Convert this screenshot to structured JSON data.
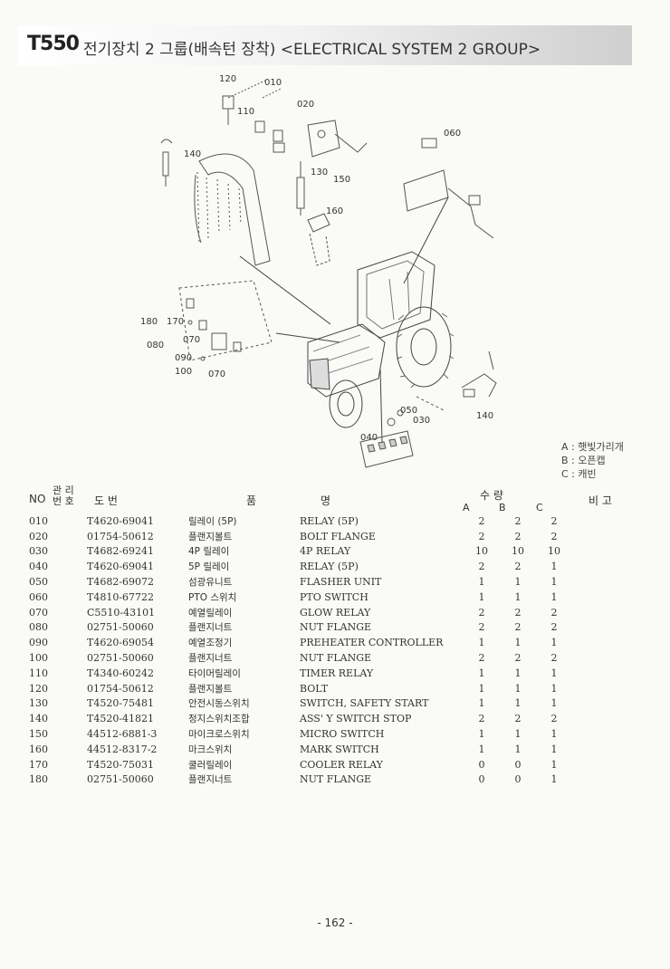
{
  "header": {
    "model": "T550",
    "title": "전기장치 2 그룹(배속턴 장착) <ELECTRICAL SYSTEM 2  GROUP>"
  },
  "diagram_labels": [
    "120",
    "010",
    "110",
    "020",
    "060",
    "140",
    "130",
    "150",
    "160",
    "180",
    "170",
    "080",
    "070",
    "090",
    "100",
    "070",
    "050",
    "030",
    "040",
    "140"
  ],
  "legend": [
    "A : 햇빛가리개",
    "B : 오픈캡",
    "C : 캐빈"
  ],
  "columns": {
    "no": "NO",
    "mgmt_top": "관 리",
    "mgmt_bottom": "번 호",
    "drawing_no": "도     번",
    "name_left": "품",
    "name_right": "명",
    "qty": "수     량",
    "qty_a": "A",
    "qty_b": "B",
    "qty_c": "C",
    "remarks": "비 고"
  },
  "parts": [
    {
      "no": "010",
      "part_no": "T4620-69041",
      "name_kr": "릴레이 (5P)",
      "name_en": "RELAY (5P)",
      "a": "2",
      "b": "2",
      "c": "2"
    },
    {
      "no": "020",
      "part_no": "01754-50612",
      "name_kr": "플랜지볼트",
      "name_en": "BOLT FLANGE",
      "a": "2",
      "b": "2",
      "c": "2"
    },
    {
      "no": "030",
      "part_no": "T4682-69241",
      "name_kr": "4P 릴레이",
      "name_en": "4P RELAY",
      "a": "10",
      "b": "10",
      "c": "10"
    },
    {
      "no": "040",
      "part_no": "T4620-69041",
      "name_kr": "5P 릴레이",
      "name_en": "RELAY (5P)",
      "a": "2",
      "b": "2",
      "c": "1"
    },
    {
      "no": "050",
      "part_no": "T4682-69072",
      "name_kr": "섬광유니트",
      "name_en": "FLASHER UNIT",
      "a": "1",
      "b": "1",
      "c": "1"
    },
    {
      "no": "060",
      "part_no": "T4810-67722",
      "name_kr": "PTO 스위치",
      "name_en": "PTO SWITCH",
      "a": "1",
      "b": "1",
      "c": "1"
    },
    {
      "no": "070",
      "part_no": "C5510-43101",
      "name_kr": "예열릴레이",
      "name_en": "GLOW RELAY",
      "a": "2",
      "b": "2",
      "c": "2"
    },
    {
      "no": "080",
      "part_no": "02751-50060",
      "name_kr": "플랜지너트",
      "name_en": "NUT FLANGE",
      "a": "2",
      "b": "2",
      "c": "2"
    },
    {
      "no": "090",
      "part_no": "T4620-69054",
      "name_kr": "예열조정기",
      "name_en": "PREHEATER CONTROLLER",
      "a": "1",
      "b": "1",
      "c": "1"
    },
    {
      "no": "100",
      "part_no": "02751-50060",
      "name_kr": "플랜지너트",
      "name_en": "NUT FLANGE",
      "a": "2",
      "b": "2",
      "c": "2"
    },
    {
      "no": "110",
      "part_no": "T4340-60242",
      "name_kr": "타이머릴레이",
      "name_en": "TIMER RELAY",
      "a": "1",
      "b": "1",
      "c": "1"
    },
    {
      "no": "120",
      "part_no": "01754-50612",
      "name_kr": "플랜지볼트",
      "name_en": "BOLT",
      "a": "1",
      "b": "1",
      "c": "1"
    },
    {
      "no": "130",
      "part_no": "T4520-75481",
      "name_kr": "안전시동스위치",
      "name_en": "SWITCH, SAFETY START",
      "a": "1",
      "b": "1",
      "c": "1"
    },
    {
      "no": "140",
      "part_no": "T4520-41821",
      "name_kr": "정지스위치조합",
      "name_en": "ASS' Y SWITCH STOP",
      "a": "2",
      "b": "2",
      "c": "2"
    },
    {
      "no": "150",
      "part_no": "44512-6881-3",
      "name_kr": "마이크로스위치",
      "name_en": "MICRO SWITCH",
      "a": "1",
      "b": "1",
      "c": "1"
    },
    {
      "no": "160",
      "part_no": "44512-8317-2",
      "name_kr": "마크스위치",
      "name_en": "MARK SWITCH",
      "a": "1",
      "b": "1",
      "c": "1"
    },
    {
      "no": "170",
      "part_no": "T4520-75031",
      "name_kr": "쿨러릴레이",
      "name_en": "COOLER RELAY",
      "a": "0",
      "b": "0",
      "c": "1"
    },
    {
      "no": "180",
      "part_no": "02751-50060",
      "name_kr": "플랜지너트",
      "name_en": "NUT FLANGE",
      "a": "0",
      "b": "0",
      "c": "1"
    }
  ],
  "footer": {
    "page": "- 162 -"
  }
}
